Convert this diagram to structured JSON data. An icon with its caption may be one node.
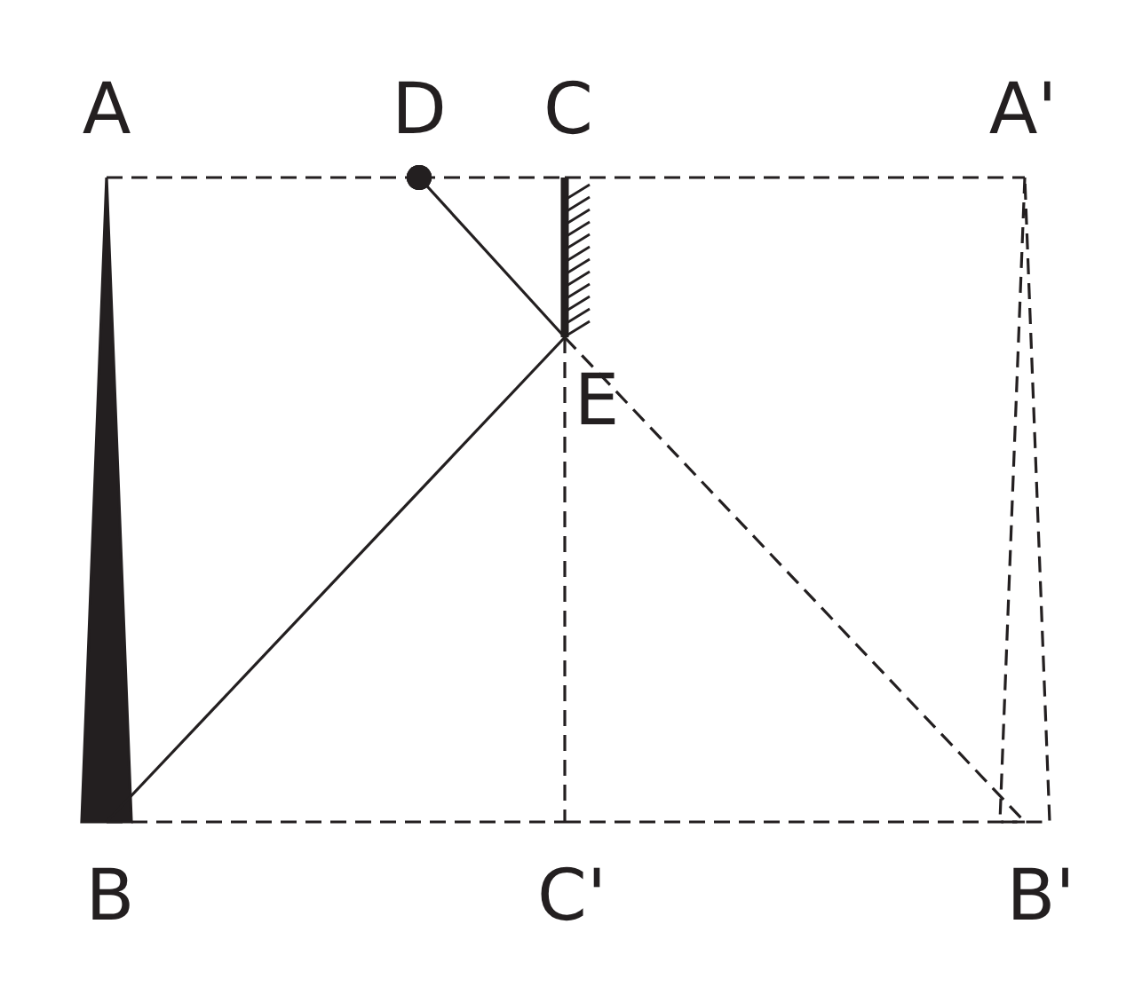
{
  "diagram": {
    "nodes": [
      {
        "text": [
          "A"
        ]
      },
      {
        "text": [
          "D"
        ]
      },
      {
        "text": [
          "C"
        ]
      },
      {
        "text": [
          "A'"
        ]
      },
      {
        "text": [
          "E"
        ]
      },
      {
        "text": [
          "B"
        ]
      },
      {
        "text": [
          "C'"
        ]
      },
      {
        "text": [
          "B'"
        ]
      }
    ],
    "edges": [
      {
        "from": 0,
        "to": 5,
        "arrow": "none",
        "style": "thick"
      },
      {
        "from": 0,
        "to": 1,
        "arrow": "other",
        "style": "dashed"
      },
      {
        "from": 1,
        "to": 2,
        "arrow": "other",
        "style": "dashed"
      },
      {
        "from": 2,
        "to": 3,
        "arrow": "none",
        "style": "dashed"
      },
      {
        "from": 1,
        "to": 4,
        "arrow": "other"
      },
      {
        "from": 2,
        "to": 4,
        "arrow": "none",
        "style": "thick"
      },
      {
        "from": 4,
        "to": 5,
        "arrow": "none"
      },
      {
        "from": 4,
        "to": 7,
        "arrow": "none",
        "style": "dashed"
      },
      {
        "from": 4,
        "to": 6,
        "arrow": "none",
        "style": "dashed"
      },
      {
        "from": 5,
        "to": 6,
        "arrow": "none",
        "style": "dashed"
      },
      {
        "from": 6,
        "to": 7,
        "arrow": "none",
        "style": "dashed"
      },
      {
        "from": 3,
        "to": 7,
        "arrow": "none",
        "style": "dashed"
      }
    ]
  }
}
